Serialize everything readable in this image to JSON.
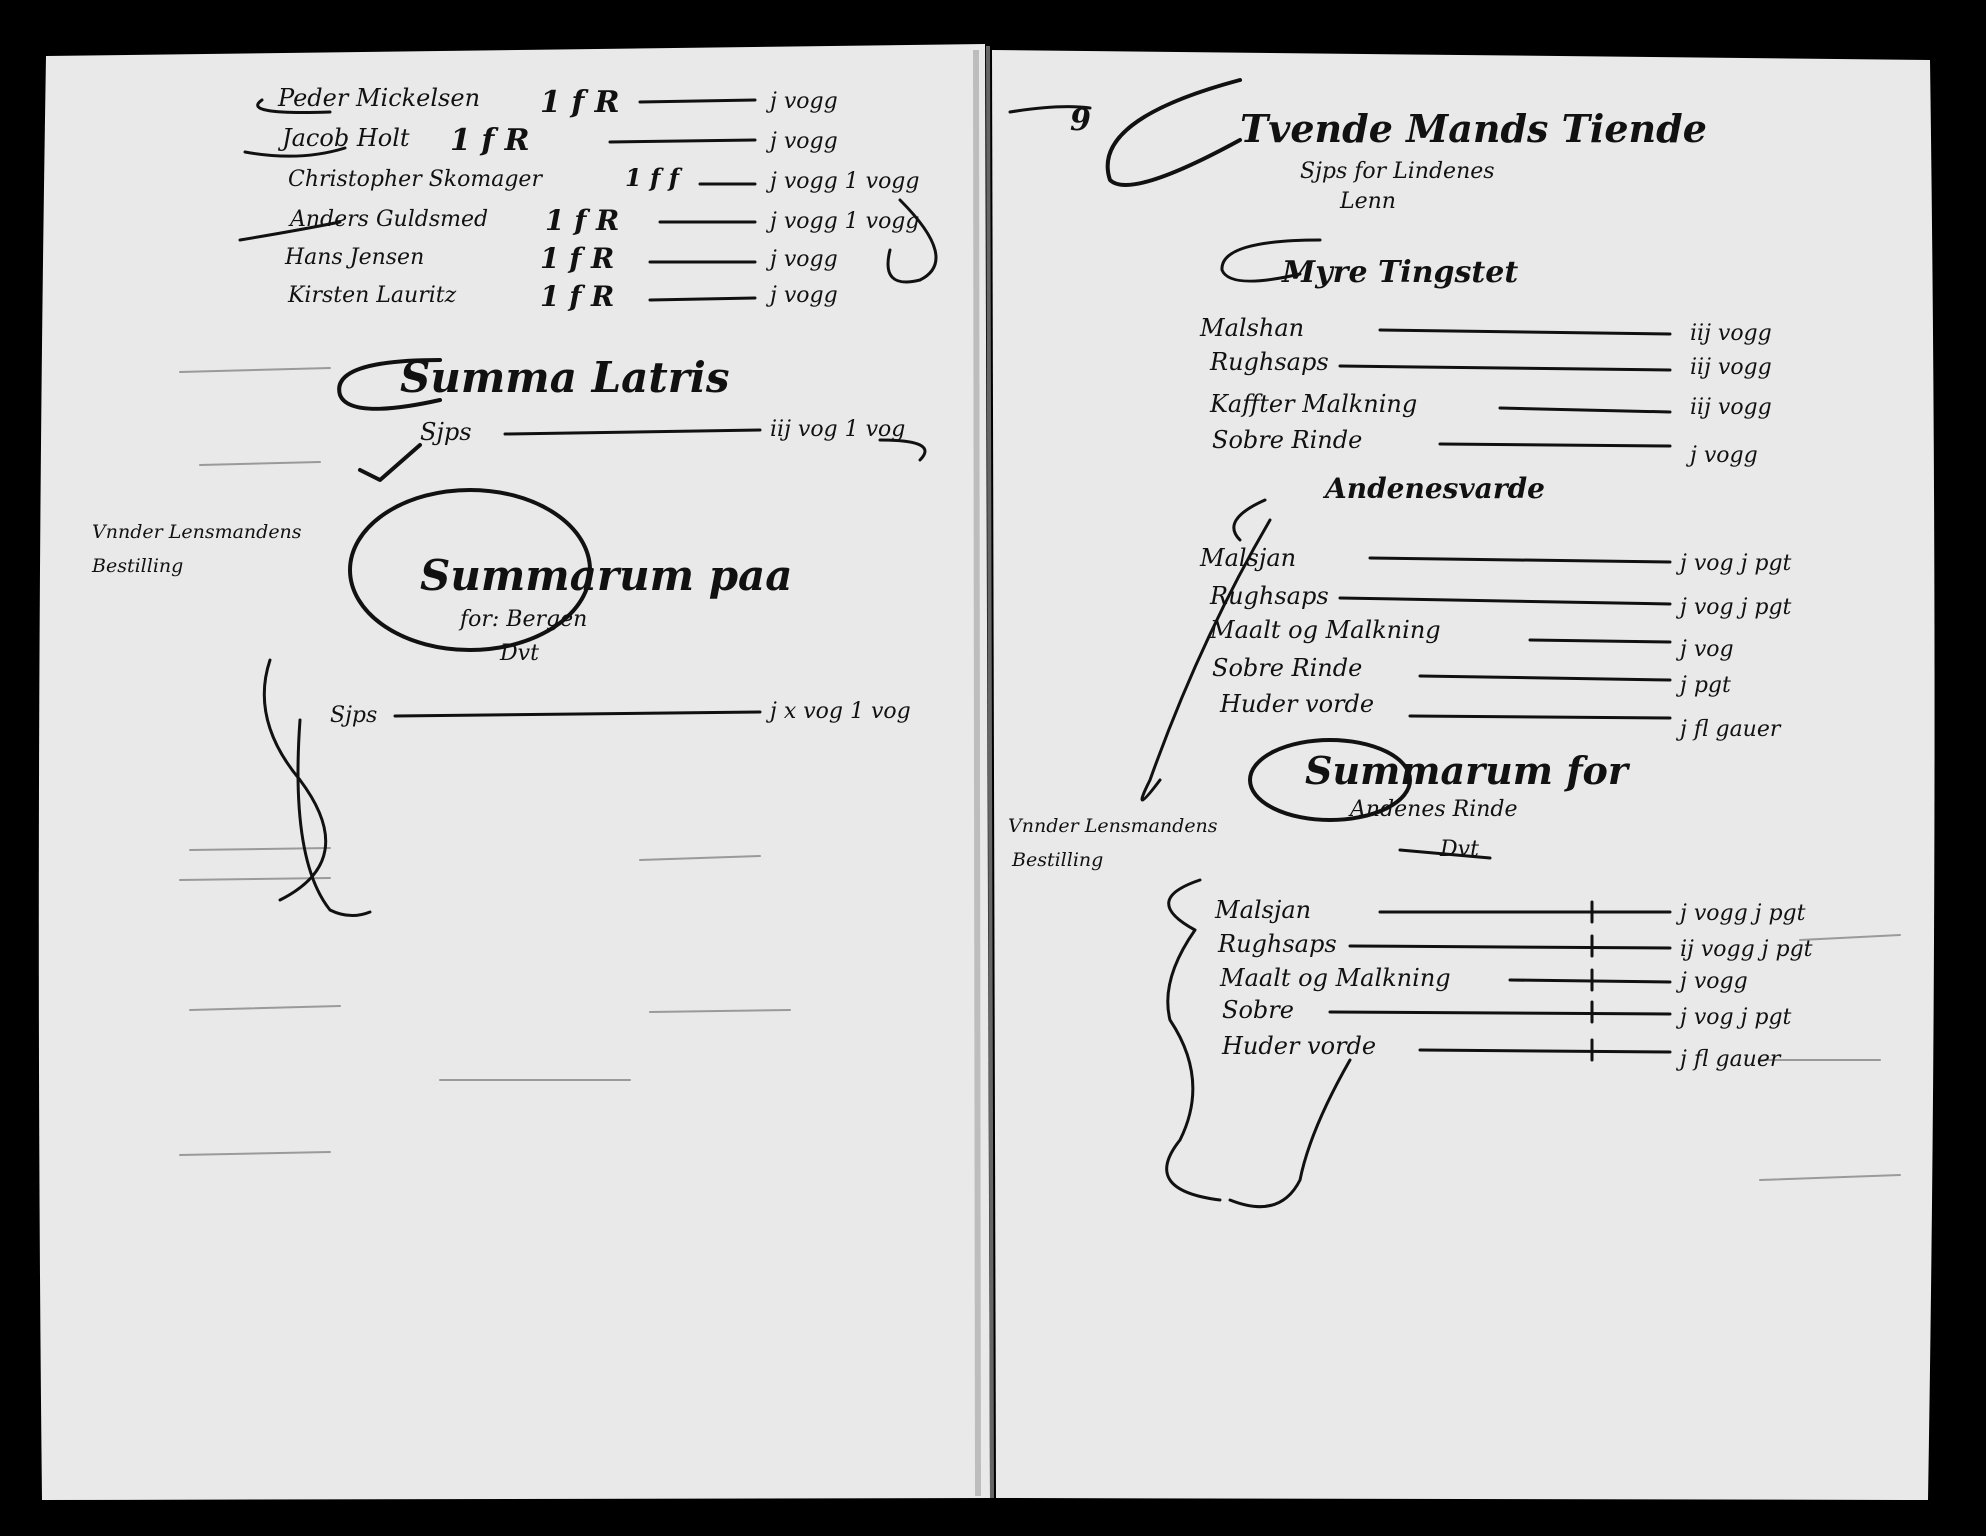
{
  "document": {
    "type": "scanned-manuscript-spread",
    "ink_color": "#111111",
    "paper_color": "#e9e9e9",
    "background_color": "#000000",
    "left_page": {
      "entries": [
        {
          "name": "Peder Mickelsen",
          "amount": "1 f R",
          "value": "j vogg"
        },
        {
          "name": "Jacob Holt",
          "amount": "1 f R",
          "value": "j vogg"
        },
        {
          "name": "Christopher Skomager",
          "amount": "1 f f",
          "value": "j vogg 1 vogg"
        },
        {
          "name": "Anders Guldsmed",
          "amount": "1 f R",
          "value": "j vogg 1 vogg"
        },
        {
          "name": "Hans Jensen",
          "amount": "1 f R",
          "value": "j vogg"
        },
        {
          "name": "Kirsten Lauritz",
          "amount": "1 f R",
          "value": "j vogg"
        }
      ],
      "summa_heading": "Summa Latris",
      "summa_row": {
        "label": "Sjps",
        "value": "iij vog 1 vog"
      },
      "margin_note": [
        "Vnnder Lensmandens",
        "Bestilling"
      ],
      "summarum_heading": "Summarum paa",
      "summarum_sub": [
        "for: Bergen",
        "Dvt"
      ],
      "summarum_row": {
        "label": "Sjps",
        "value": "j x vog 1 vog"
      }
    },
    "right_page": {
      "folio": "9",
      "heading": "Tvende Mands Tiende",
      "sub_heading": [
        "Sjps for Lindenes",
        "Lenn"
      ],
      "section_1_heading": "Myre Tingstet",
      "section_1_rows": [
        {
          "label": "Malshan",
          "value": "iij vogg"
        },
        {
          "label": "Rughsaps",
          "value": "iij vogg"
        },
        {
          "label": "Kaffter Malkning",
          "value": "iij vogg"
        },
        {
          "label": "Sobre Rinde",
          "value": "j vogg"
        }
      ],
      "section_2_heading": "Andenesvarde",
      "section_2_rows": [
        {
          "label": "Malsjan",
          "value": "j vog j pgt"
        },
        {
          "label": "Rughsaps",
          "value": "j vog j pgt"
        },
        {
          "label": "Maalt og Malkning",
          "value": "j vog"
        },
        {
          "label": "Sobre Rinde",
          "value": "j pgt"
        },
        {
          "label": "Huder vorde",
          "value": "j fl gauer"
        }
      ],
      "summarum_heading": "Summarum for",
      "summarum_sub": [
        "Andenes Rinde",
        "Dvt"
      ],
      "margin_note": [
        "Vnnder Lensmandens",
        "Bestilling"
      ],
      "summarum_rows": [
        {
          "label": "Malsjan",
          "value": "j vogg j pgt"
        },
        {
          "label": "Rughsaps",
          "value": "ij vogg j pgt"
        },
        {
          "label": "Maalt og Malkning",
          "value": "j vogg"
        },
        {
          "label": "Sobre",
          "value": "j vog j pgt"
        },
        {
          "label": "Huder vorde",
          "value": "j fl gauer"
        }
      ]
    }
  }
}
